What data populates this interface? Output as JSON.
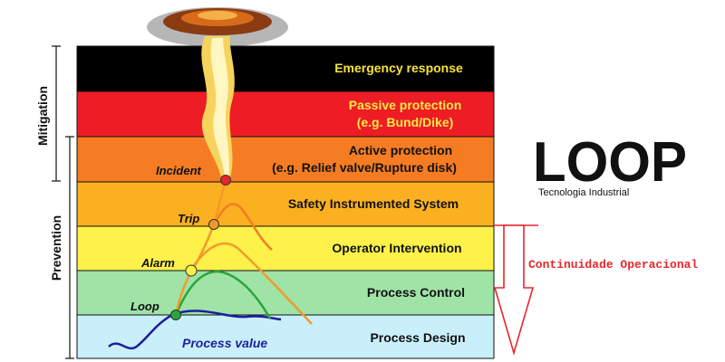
{
  "layers": [
    {
      "line1": "Emergency response",
      "line2": "",
      "color": "#000000",
      "text_color": "#f5e43a"
    },
    {
      "line1": "Passive protection",
      "line2": "(e.g. Bund/Dike)",
      "color": "#ee1c24",
      "text_color": "#fde94a"
    },
    {
      "line1": "Active protection",
      "line2": "(e.g. Relief valve/Rupture disk)",
      "color": "#f57c22",
      "text_color": "#111111"
    },
    {
      "line1": "Safety Instrumented System",
      "line2": "",
      "color": "#fbb021",
      "text_color": "#111111"
    },
    {
      "line1": "Operator Intervention",
      "line2": "",
      "color": "#fdf14a",
      "text_color": "#111111"
    },
    {
      "line1": "Process Control",
      "line2": "",
      "color": "#9fe3a6",
      "text_color": "#111111"
    },
    {
      "line1": "Process Design",
      "line2": "",
      "color": "#c9effb",
      "text_color": "#111111"
    }
  ],
  "nodes": {
    "incident": {
      "label": "Incident",
      "color": "#e8262b"
    },
    "trip": {
      "label": "Trip",
      "color": "#f39a2a"
    },
    "alarm": {
      "label": "Alarm",
      "color": "#fdf14a"
    },
    "loop": {
      "label": "Loop",
      "color": "#2aa53b"
    }
  },
  "process_value_label": "Process value",
  "side_labels": {
    "mitigation": "Mitigation",
    "prevention": "Prevention"
  },
  "brand": {
    "name": "LOOP",
    "subtitle": "Tecnologia Industrial"
  },
  "continuity_label": "Continuidade Operacional",
  "colors": {
    "accent_red": "#e8262b",
    "curve_blue": "#1d1f9e",
    "curve_green": "#2aa53b",
    "curve_orange": "#f39a2a"
  }
}
